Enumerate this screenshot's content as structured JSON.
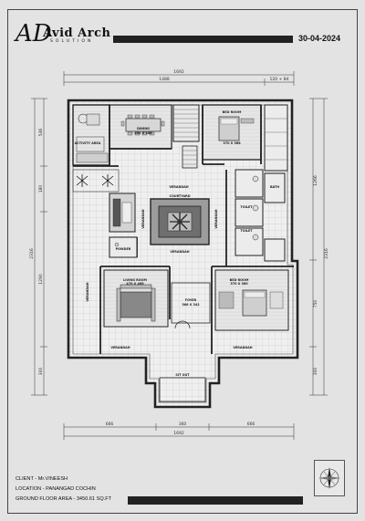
{
  "header": {
    "logo_mark": "AD",
    "firm_name": "Avid Arch",
    "firm_sub": "SOLUTION",
    "date": "30-04-2024"
  },
  "dimensions": {
    "top_total": "1692",
    "top_left": "1488",
    "top_right": "120 + 84",
    "bottom_left": "666",
    "bottom_mid": "360",
    "bottom_right": "666",
    "bottom_total": "1692",
    "left_a": "546",
    "left_b": "180",
    "left_c": "1290",
    "left_d": "300",
    "left_total": "2316",
    "right_a": "1266",
    "right_b": "750",
    "right_c": "300",
    "right_total": "2316"
  },
  "rooms": {
    "activity_area": "ACTIVITY AREA",
    "dining": "DINING",
    "dining_size": "492 X 486",
    "bed_room_1": "BED ROOM",
    "bed_room_1_size": "370 X 368",
    "verandah_top": "VERANDAH",
    "courtyard": "COURTYARD",
    "verandah_left": "VERANDAH",
    "verandah_right": "VERANDAH",
    "bath": "BATH",
    "toilet_1": "TOILET",
    "toilet_2": "TOILET",
    "powder": "POWDER",
    "verandah_mid": "VERANDAH",
    "living_room": "LIVING ROOM",
    "living_size": "470 X 468",
    "foyer": "FOYER",
    "foyer_size": "366 X 342",
    "bed_room_2": "BED ROOM",
    "bed_room_2_size": "370 X 360",
    "verandah_side": "VERANDAH",
    "verandah_bl": "VERANDAH",
    "verandah_br": "VERANDAH",
    "sit_out": "SIT OUT"
  },
  "project": {
    "client": "CLIENT - Mr.VINEESH",
    "location": "LOCATION - PANANGAD COCHIN",
    "area": "GROUND FLOOR AREA - 3450.61 SQ.FT"
  }
}
